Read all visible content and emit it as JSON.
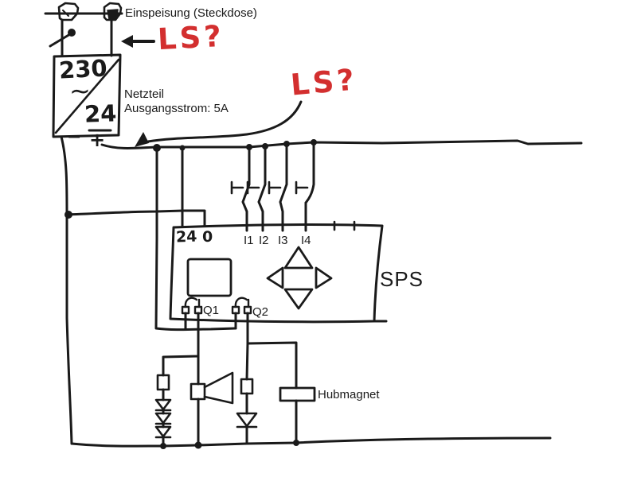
{
  "colors": {
    "ink": "#1a1a1a",
    "annotation_red": "#d32f2f",
    "background": "#ffffff"
  },
  "mains": {
    "label": "Einspeisung (Steckdose)"
  },
  "annotations": {
    "ls1": "LS?",
    "ls2": "LS?"
  },
  "power_supply": {
    "name": "Netzteil",
    "spec": "Ausgangsstrom: 5A",
    "input_voltage": "230",
    "ac_symbol": "~",
    "output_voltage": "24",
    "minus": "−",
    "plus": "+"
  },
  "plc": {
    "name": "SPS",
    "terminal_24": "24",
    "terminal_0": "0",
    "inputs": [
      "I1",
      "I2",
      "I3",
      "I4"
    ],
    "outputs": [
      "Q1",
      "Q2"
    ]
  },
  "loads": {
    "solenoid": "Hubmagnet"
  }
}
